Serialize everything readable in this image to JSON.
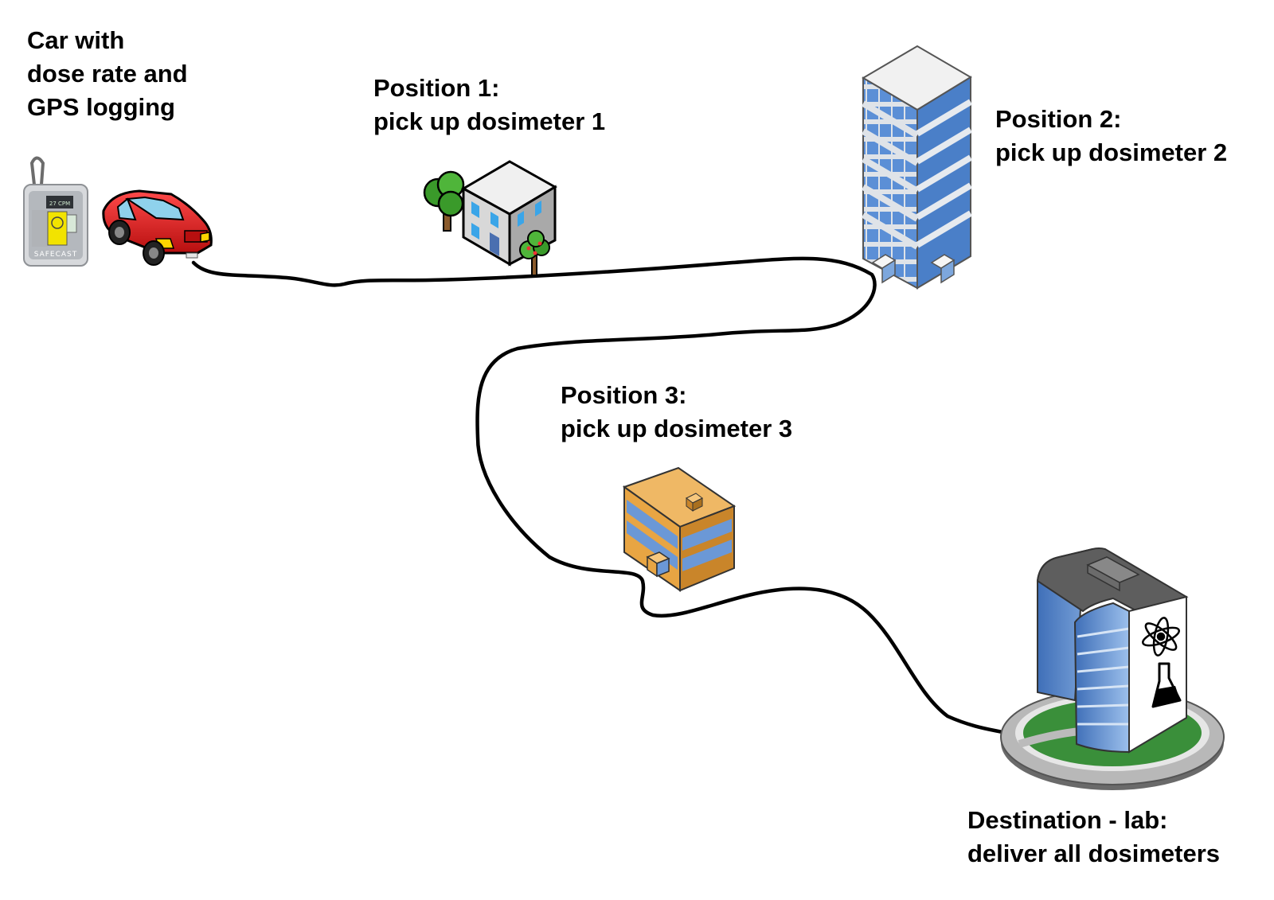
{
  "labels": {
    "car": [
      "Car with",
      "dose rate and",
      "GPS logging"
    ],
    "position1": [
      "Position 1:",
      "pick up dosimeter 1"
    ],
    "position2": [
      "Position 2:",
      "pick up dosimeter 2"
    ],
    "position3": [
      "Position 3:",
      "pick up dosimeter 3"
    ],
    "destination": [
      "Destination - lab:",
      "deliver all dosimeters"
    ]
  },
  "device": {
    "screen_text": "27 CPM",
    "brand_text": "SAFECAST"
  },
  "colors": {
    "car_body": "#dd1a1a",
    "route": "#000000",
    "building_blue": "#5b8fd6",
    "office_orange": "#e8a543",
    "lab_lawn": "#3a8f3a"
  },
  "icons": [
    "geiger-counter-icon",
    "car-icon",
    "house-icon",
    "tree-icon",
    "skyscraper-icon",
    "office-building-icon",
    "lab-building-icon",
    "atom-icon",
    "flask-icon"
  ]
}
